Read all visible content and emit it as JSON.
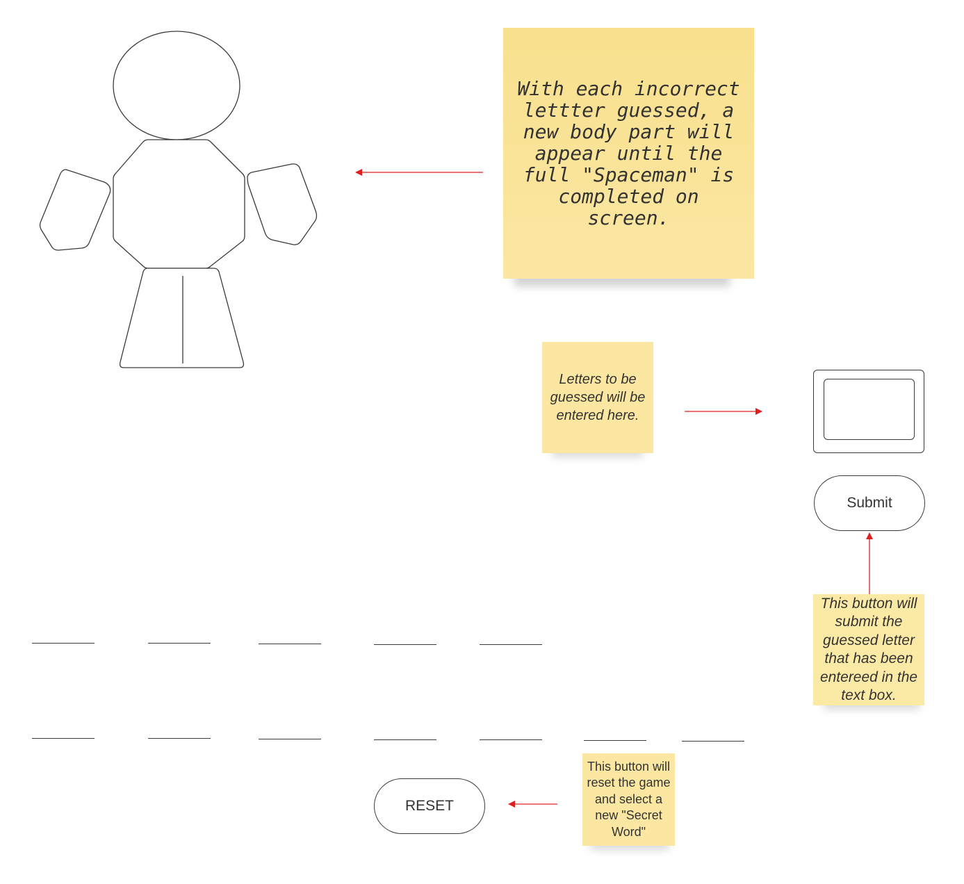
{
  "notes": {
    "body_parts": "With each incorrect lettter guessed, a new body part will appear until the full \"Spaceman\" is completed on screen.",
    "letters_input": "Letters to be guessed will be entered here.",
    "submit_info": "This button will submit the guessed letter that has been entereed in the text box.",
    "reset_info": "This button will reset the game and select a new \"Secret Word\""
  },
  "buttons": {
    "submit_label": "Submit",
    "reset_label": "RESET"
  },
  "guess_input": {
    "value": "",
    "placeholder": ""
  },
  "word_rows": [
    {
      "blank_count": 5
    },
    {
      "blank_count": 7
    }
  ],
  "colors": {
    "sticky": "#fbe7a1",
    "arrow": "#e02020",
    "outline": "#3a3a3a"
  },
  "icons": {
    "arrow": "arrow-icon"
  }
}
